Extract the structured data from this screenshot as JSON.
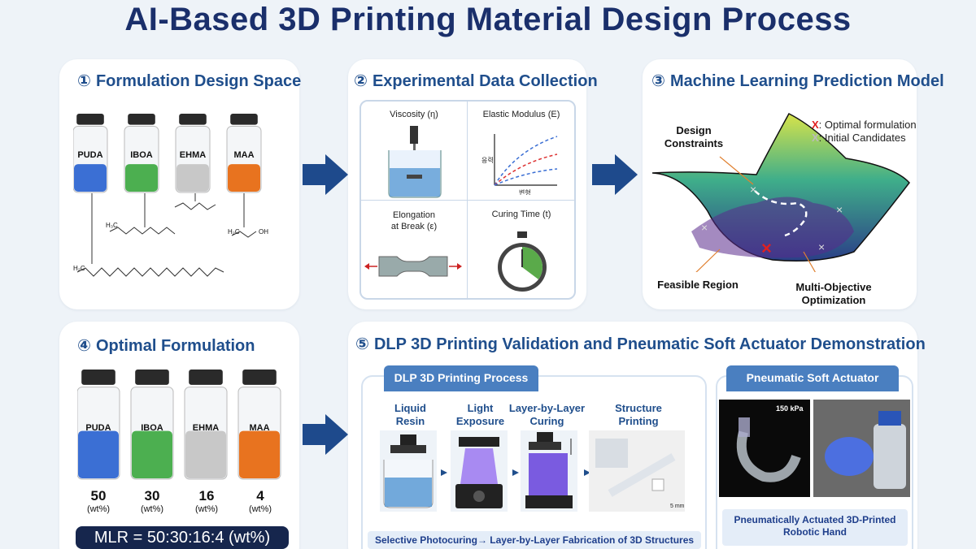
{
  "title": "AI-Based 3D Printing Material Design Process",
  "panel1": {
    "num": "①",
    "title": "Formulation Design Space",
    "bottles": [
      "PUDA",
      "IBOA",
      "EHMA",
      "MAA"
    ],
    "colors": [
      "#3b6fd4",
      "#4caf50",
      "#c8c8c8",
      "#e8731f"
    ]
  },
  "panel2": {
    "num": "②",
    "title": "Experimental Data Collection",
    "cells": [
      "Viscosity (η)",
      "Elastic Modulus (E)",
      "Elongation\nat Break (ε)",
      "Curing Time (t)"
    ],
    "chart_xlabel": "변형",
    "chart_ylabel": "응력"
  },
  "panel3": {
    "num": "③",
    "title": "Machine Learning Prediction Model",
    "legend_x": "X",
    "legend_optimal": ": Optimal formulation",
    "legend_initial": ": Initial Candidates",
    "design_constraints": "Design\nConstraints",
    "feasible_region": "Feasible Region",
    "multi_objective": "Multi-Objective\nOptimization"
  },
  "panel4": {
    "num": "④",
    "title": "Optimal Formulation",
    "bottles": [
      "PUDA",
      "IBOA",
      "EHMA",
      "MAA"
    ],
    "values": [
      "50",
      "30",
      "16",
      "4"
    ],
    "unit": "(wt%)",
    "mlr": "MLR = 50:30:16:4 (wt%)"
  },
  "panel5": {
    "num": "⑤",
    "title": "DLP 3D Printing Validation and Pneumatic Soft Actuator Demonstration",
    "dlp_header": "DLP 3D Printing Process",
    "steps": [
      "Liquid\nResin",
      "Light\nExposure",
      "Layer-by-Layer\nCuring",
      "Structure\nPrinting"
    ],
    "scale": "5 mm",
    "dlp_caption": "Selective Photocuring→ Layer-by-Layer Fabrication of 3D Structures",
    "actuator_header": "Pneumatic Soft Actuator",
    "pressure": "150 kPa",
    "actuator_caption": "Pneumatically Actuated 3D-Printed\nRobotic Hand"
  },
  "colors": {
    "title": "#1a2f6b",
    "accent": "#1f4e8c",
    "arrow": "#1e4a8c"
  }
}
